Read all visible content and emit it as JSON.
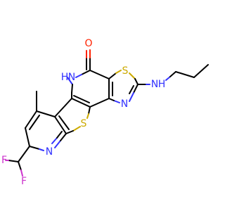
{
  "colors": {
    "background": "#ffffff",
    "carbon": "#000000",
    "nitrogen": "#3333ff",
    "sulfur": "#ccaa00",
    "oxygen": "#ff2200",
    "fluorine": "#cc33cc"
  },
  "atoms": [
    {
      "id": "O1",
      "label": "O",
      "element": "O"
    },
    {
      "id": "N1",
      "label": "H",
      "element": "N"
    },
    {
      "id": "N1b",
      "label": "N",
      "element": "N"
    },
    {
      "id": "S1",
      "label": "S",
      "element": "S"
    },
    {
      "id": "NH",
      "label": "N",
      "element": "N"
    },
    {
      "id": "NHh",
      "label": "H",
      "element": "N"
    },
    {
      "id": "N2",
      "label": "N",
      "element": "N"
    },
    {
      "id": "S2",
      "label": "S",
      "element": "S"
    },
    {
      "id": "N3",
      "label": "N",
      "element": "N"
    },
    {
      "id": "F1",
      "label": "F",
      "element": "F"
    },
    {
      "id": "F2",
      "label": "F",
      "element": "F"
    }
  ]
}
